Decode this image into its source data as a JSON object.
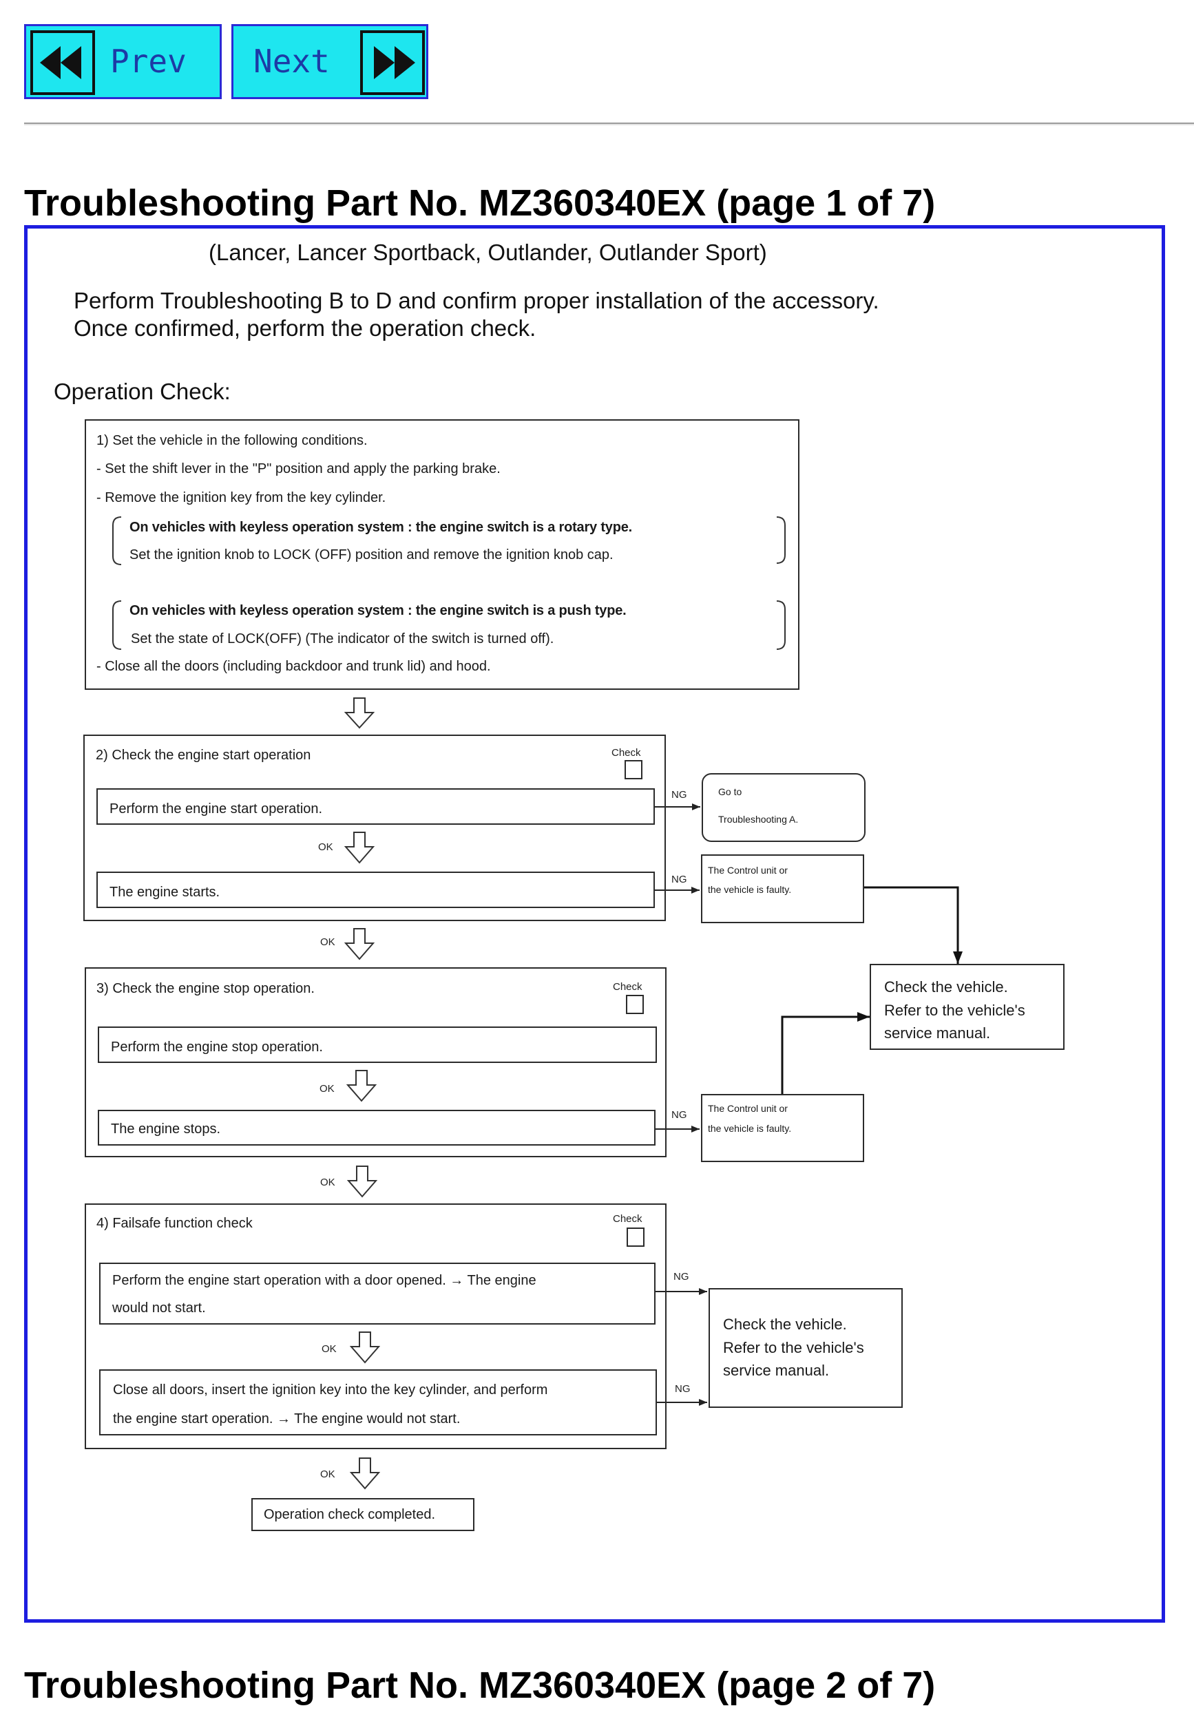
{
  "nav": {
    "prev_label": "Prev",
    "next_label": "Next",
    "prev_icon": "double-left-arrow-icon",
    "next_icon": "double-right-arrow-icon"
  },
  "page1": {
    "title": "Troubleshooting Part No. MZ360340EX (page 1 of 7)",
    "models": "(Lancer, Lancer Sportback, Outlander, Outlander Sport)",
    "intro": [
      "Perform Troubleshooting B to D and confirm proper installation of the accessory.",
      "Once confirmed, perform the operation check."
    ],
    "operation_check_heading": "Operation Check:",
    "flowchart": {
      "labels": {
        "ok": "OK",
        "ng": "NG",
        "check": "Check"
      },
      "step1": {
        "heading": "1) Set the vehicle in the following conditions.",
        "items": [
          "- Set the shift lever in the \"P\" position and apply the parking brake.",
          "- Remove the ignition key from the key cylinder."
        ],
        "rotary_type": {
          "condition": "On vehicles with keyless operation system : the engine switch is a rotary type.",
          "action": "Set the ignition knob to LOCK (OFF) position and remove the ignition knob cap."
        },
        "push_type": {
          "condition": "On vehicles with keyless operation system : the engine switch is a push type.",
          "action": "Set the state of LOCK(OFF) (The indicator of the switch is turned off)."
        },
        "final_item": "- Close all the doors (including backdoor and trunk lid) and hood."
      },
      "step2": {
        "heading": "2) Check the engine start operation",
        "action": "Perform the engine start operation.",
        "expected": "The engine starts.",
        "ng_action_result": [
          "Go to",
          "Troubleshooting A."
        ],
        "ng_expected_result": [
          "The Control unit or",
          "the vehicle is faulty."
        ]
      },
      "step3": {
        "heading": "3) Check the engine stop operation.",
        "action": "Perform the engine stop operation.",
        "expected": "The engine stops.",
        "ng_expected_result": [
          "The Control unit or",
          "the vehicle is faulty."
        ]
      },
      "step4": {
        "heading": "4) Failsafe function check",
        "check_1": [
          "Perform the engine start operation with a door opened. → The engine",
          "would not start."
        ],
        "check_2": [
          "Close all doors, insert the ignition key into the key cylinder, and perform",
          "the engine start operation. → The engine would not start."
        ],
        "ng_result": [
          "Check the vehicle.",
          "Refer to the vehicle's",
          "service manual."
        ]
      },
      "check_vehicle_result": [
        "Check the vehicle.",
        "Refer to the vehicle's",
        "service manual."
      ],
      "completed": "Operation check completed."
    }
  },
  "page2": {
    "title": "Troubleshooting Part No. MZ360340EX (page 2 of 7)"
  }
}
